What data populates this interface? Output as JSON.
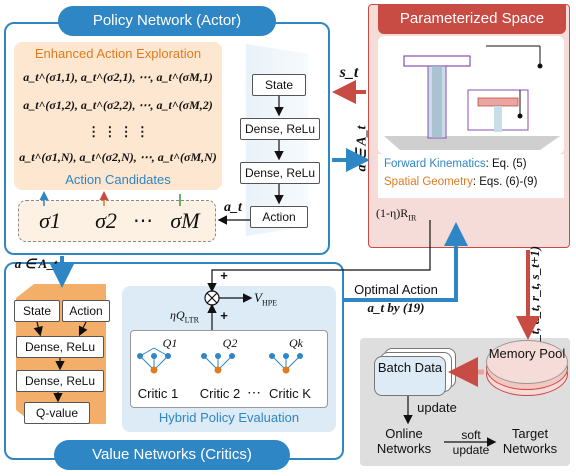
{
  "actor": {
    "title": "Policy Network (Actor)",
    "exploration_title": "Enhanced Action Exploration",
    "candidates_label": "Action Candidates",
    "matrix_rows": [
      "a_t^(σ1,1), a_t^(σ2,1), ⋯, a_t^(σM,1)",
      "a_t^(σ1,2), a_t^(σ2,2), ⋯, a_t^(σM,2)",
      "⋮   ⋮   ⋮   ⋮",
      "a_t^(σ1,N), a_t^(σ2,N), ⋯, a_t^(σM,N)"
    ],
    "sigmas": [
      "σ1",
      "σ2",
      "⋯",
      "σM"
    ],
    "layers": [
      "State",
      "Dense, ReLu",
      "Dense, ReLu",
      "Action"
    ],
    "action_symbol": "a_t"
  },
  "space": {
    "title": "Parameterized Space",
    "fk_label": "Forward Kinematics",
    "fk_ref": ": Eq. (5)",
    "sg_label": "Spatial Geometry",
    "sg_ref": ": Eqs. (6)-(9)",
    "reward_ir": "(1-η)R",
    "reward_ir_sub": "IR",
    "state_symbol": "s_t",
    "action_in": "a ∈ A_t"
  },
  "critics": {
    "title": "Value Networks (Critics)",
    "layers": [
      "State",
      "Action",
      "Dense, ReLu",
      "Dense, ReLu",
      "Q-value"
    ],
    "hybrid_title": "Hybrid Policy Evaluation",
    "critics": [
      "Critic 1",
      "Critic 2",
      "Critic K"
    ],
    "dots": "⋯",
    "q_labels": [
      "Q1",
      "Q2",
      "Qk"
    ],
    "ltr": "ηQ",
    "ltr_sub": "LTR",
    "vhpe": "V",
    "vhpe_sub": "HPE",
    "plus": "+",
    "action_in": "a ∈ A_t"
  },
  "optimal": {
    "line1": "Optimal Action",
    "line2": "a_t by (19)"
  },
  "memory": {
    "tuple": "(s_t, a_t, r_t, s_t+1)",
    "pool": "Memory Pool",
    "batch": "Batch Data",
    "update": "update",
    "online": "Online Networks",
    "soft": "soft update",
    "target": "Target Networks"
  },
  "colors": {
    "blue": "#2f86c4",
    "red": "#c84b44",
    "orange": "#f2a65a",
    "light_orange": "#fde7d0",
    "light_blue": "#dcebf5",
    "pink": "#f6dcd8",
    "gray": "#dedede"
  }
}
